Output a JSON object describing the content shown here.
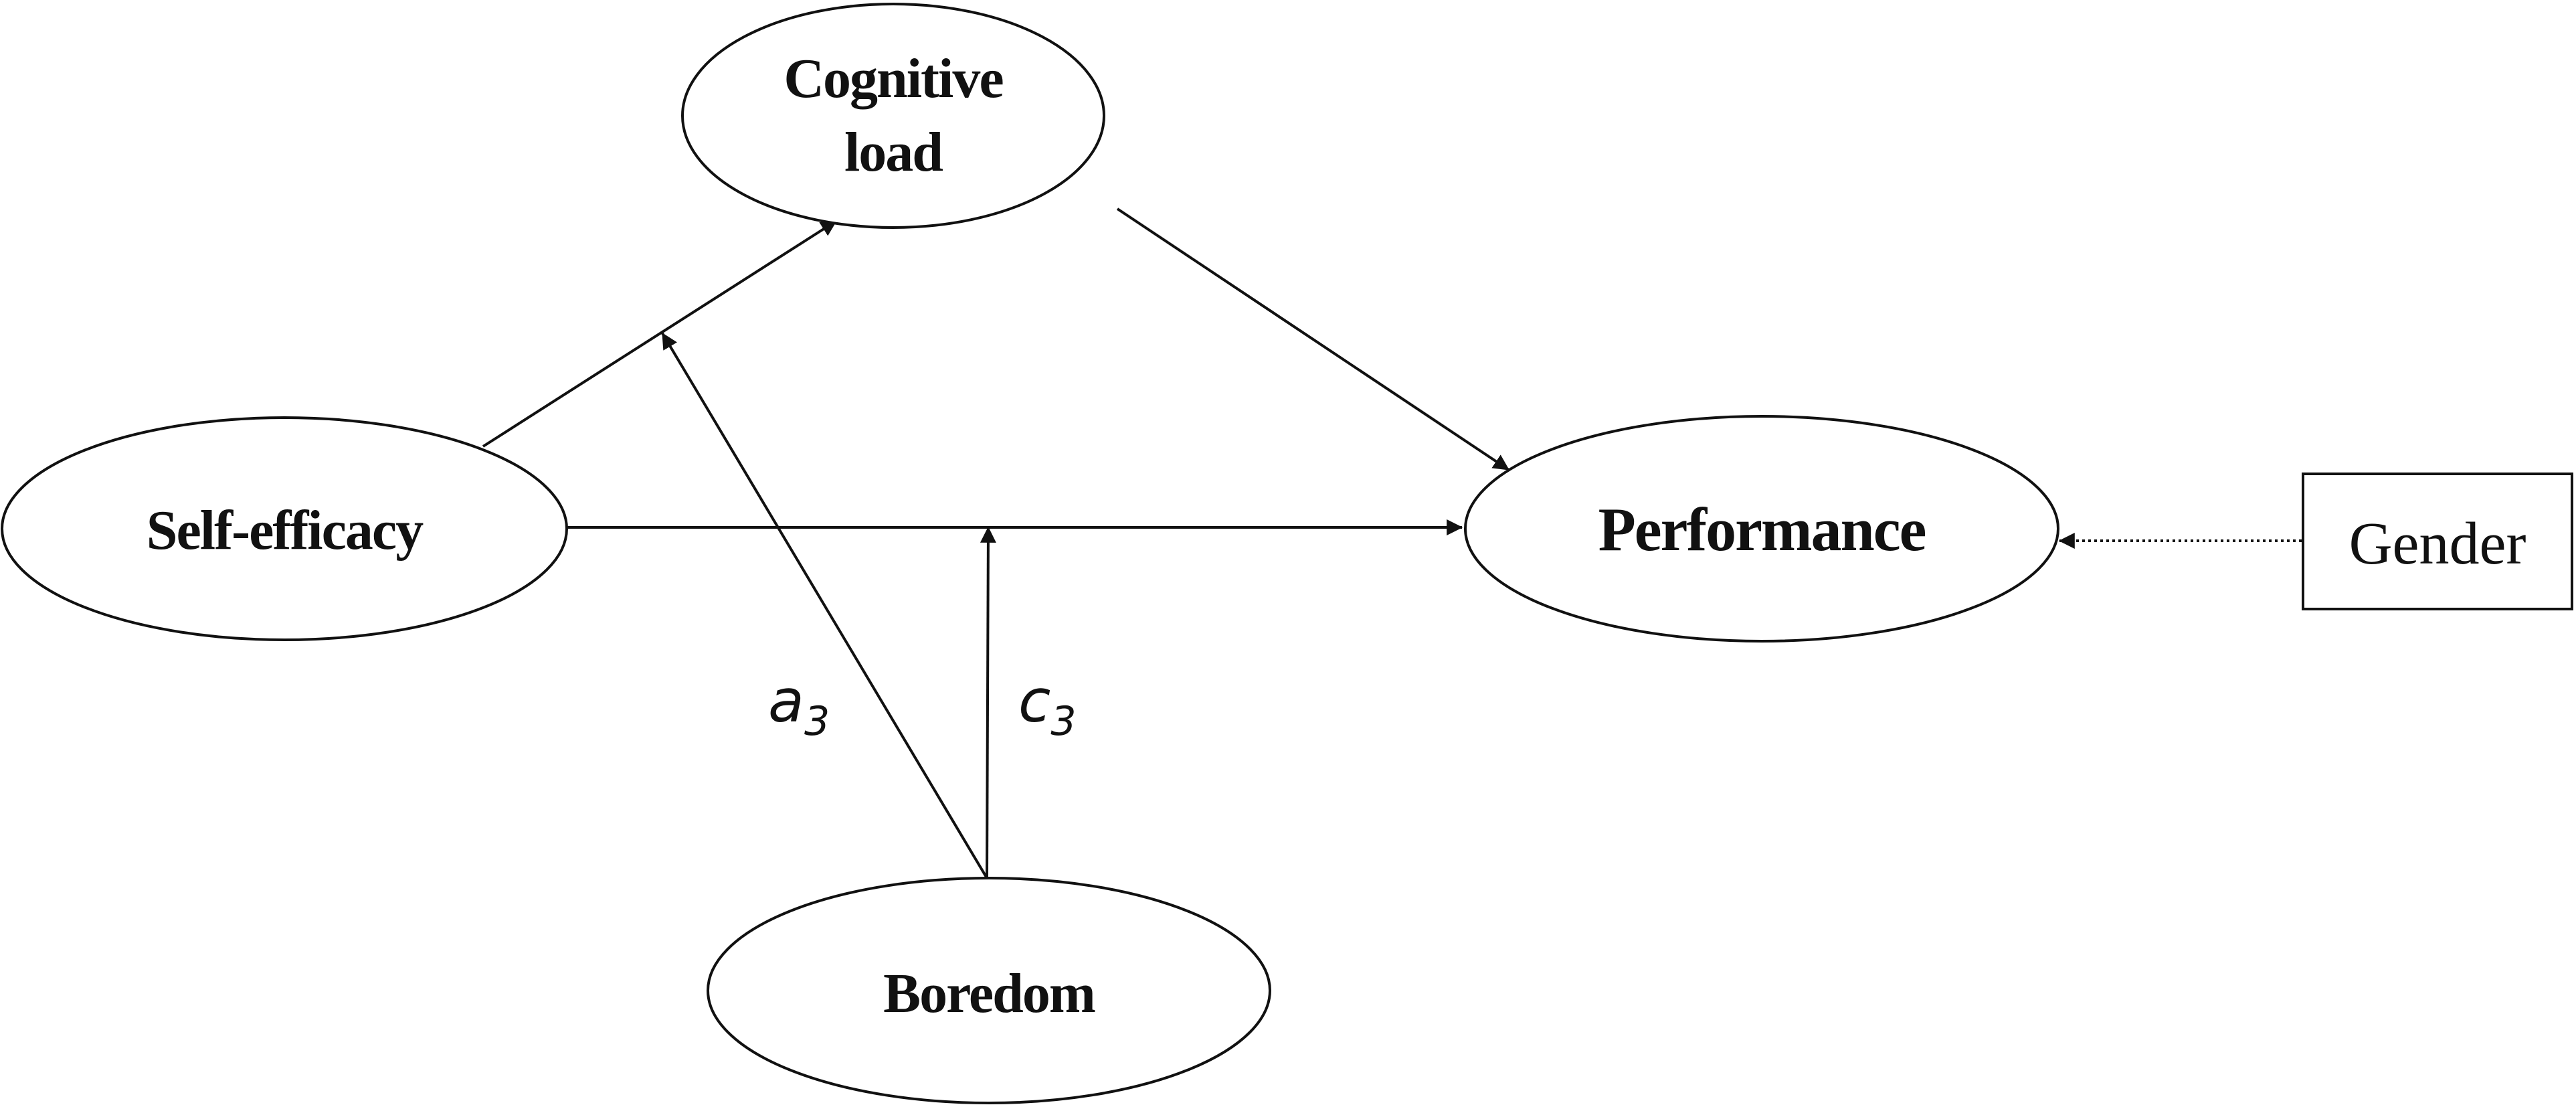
{
  "nodes": {
    "cognitive_load": {
      "line1": "Cognitive",
      "line2": "load"
    },
    "self_efficacy": {
      "label": "Self-efficacy"
    },
    "performance": {
      "label": "Performance"
    },
    "boredom": {
      "label": "Boredom"
    },
    "gender": {
      "label": "Gender"
    }
  },
  "path_labels": {
    "a3": {
      "main": "a",
      "sub": "3"
    },
    "c3": {
      "main": "c",
      "sub": "3"
    }
  },
  "edges": [
    {
      "from": "Self-efficacy",
      "to": "Cognitive load",
      "style": "solid"
    },
    {
      "from": "Cognitive load",
      "to": "Performance",
      "style": "solid"
    },
    {
      "from": "Self-efficacy",
      "to": "Performance",
      "style": "solid"
    },
    {
      "from": "Boredom",
      "to": "Self-efficacy → Cognitive load path",
      "label": "a3",
      "style": "solid"
    },
    {
      "from": "Boredom",
      "to": "Self-efficacy → Performance path",
      "label": "c3",
      "style": "solid"
    },
    {
      "from": "Gender",
      "to": "Performance",
      "style": "dotted"
    }
  ]
}
